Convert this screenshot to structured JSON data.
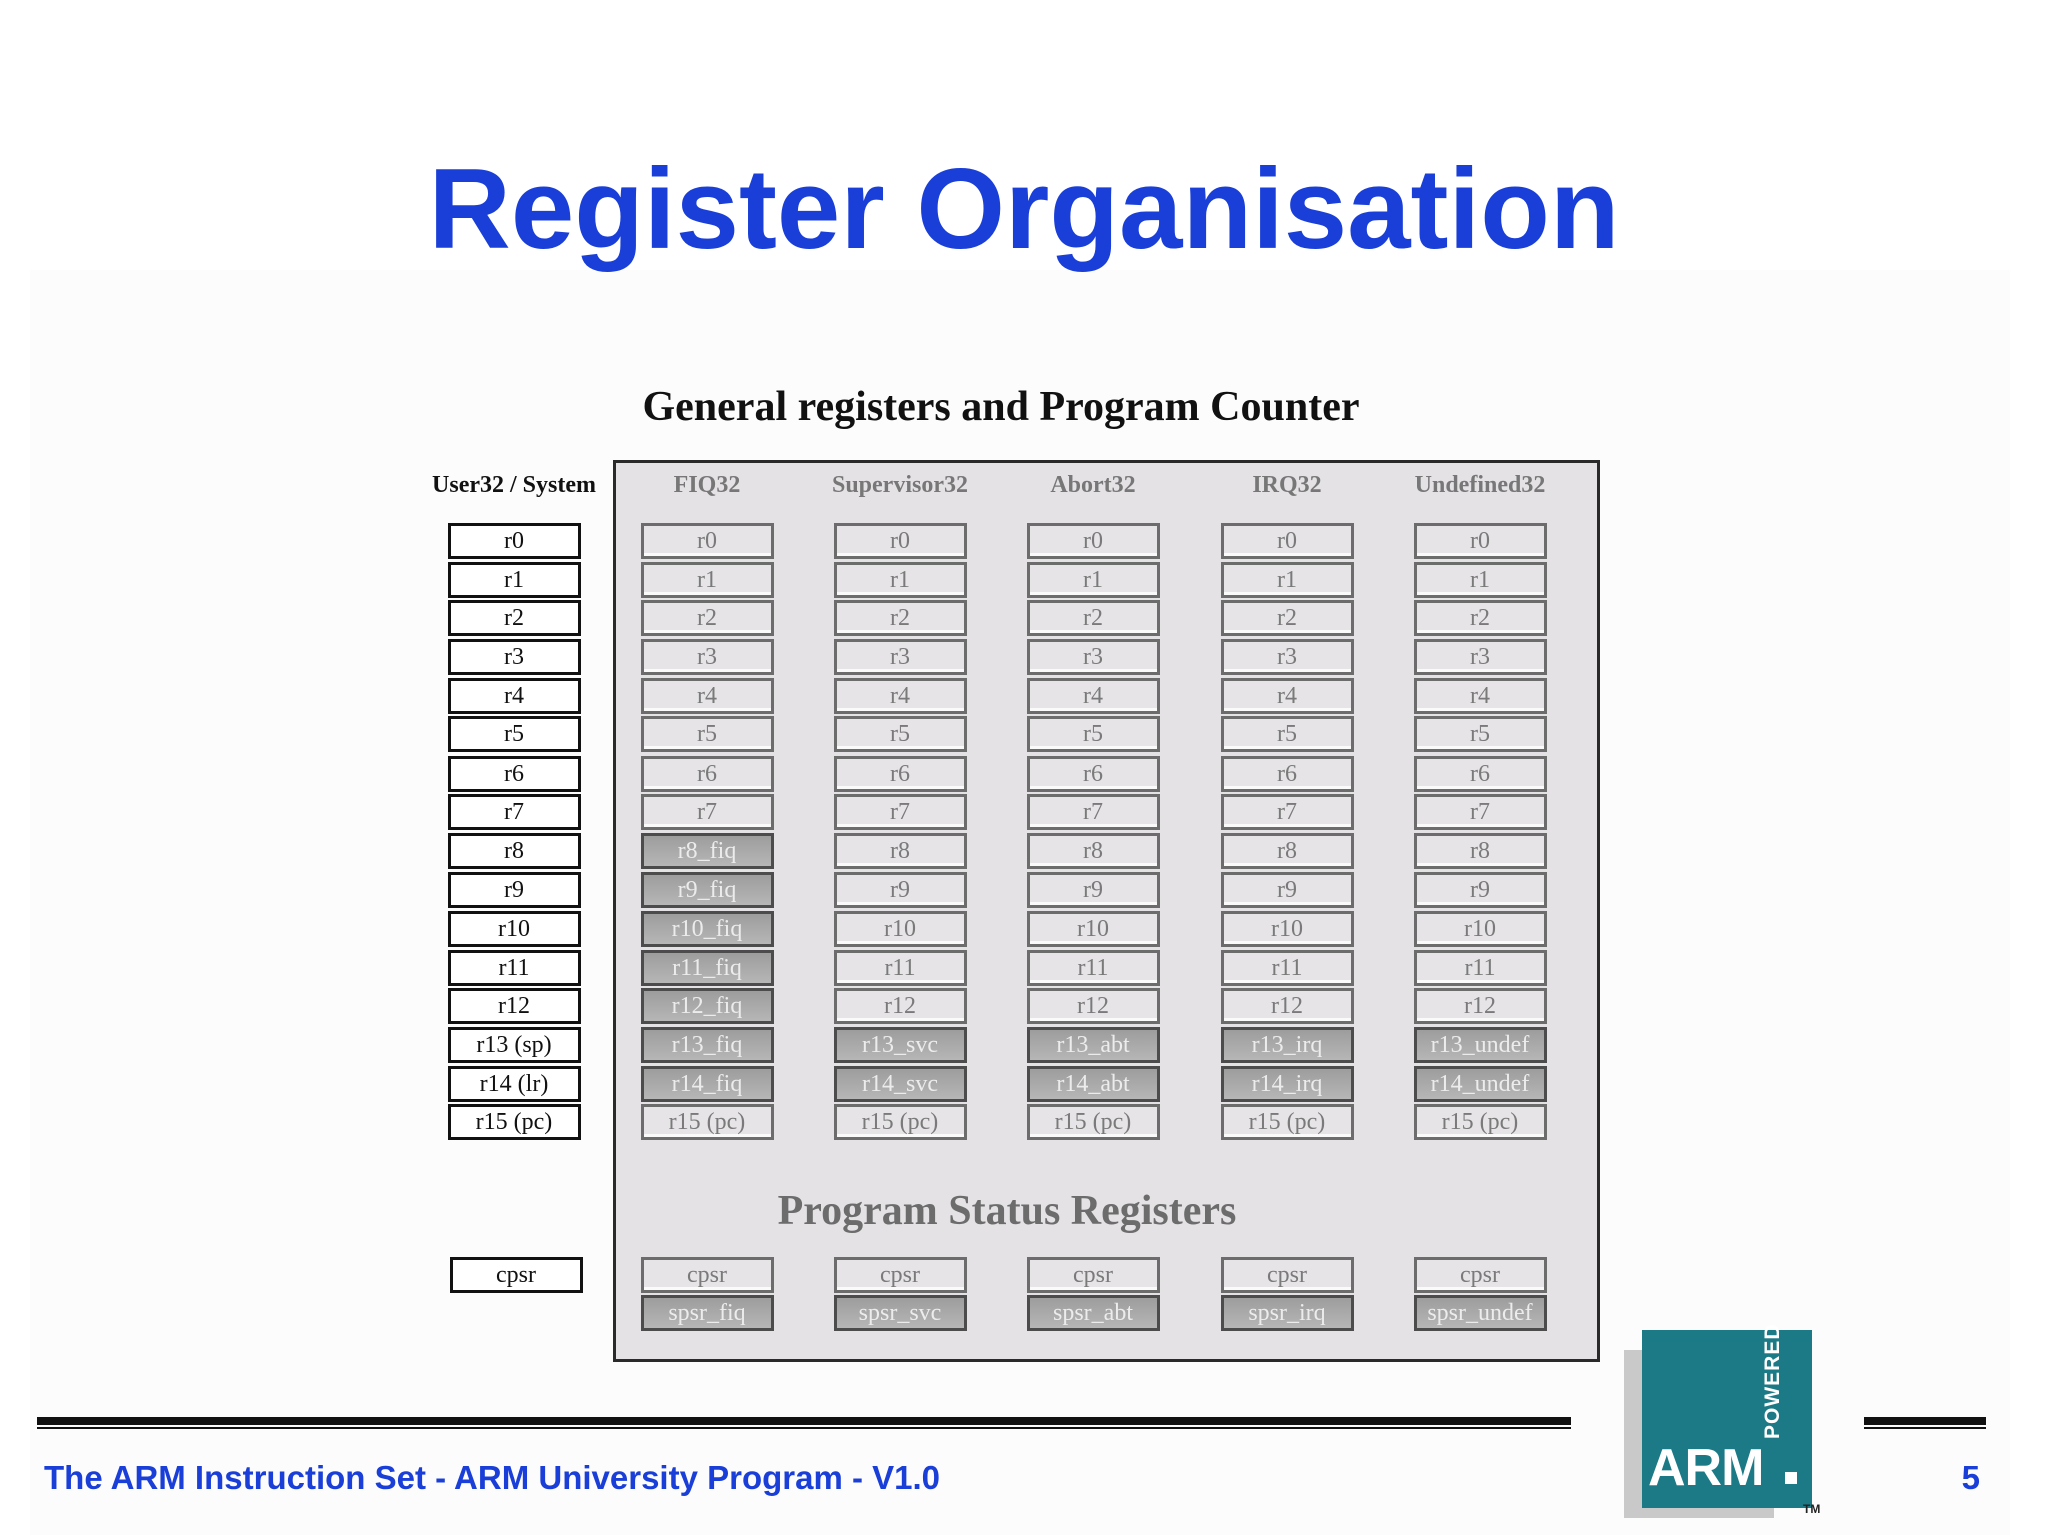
{
  "title": "Register Organisation",
  "subtitle": "General registers and Program Counter",
  "psr_title": "Program Status Registers",
  "footer": {
    "text": "The ARM Instruction Set - ARM University Program - V1.0",
    "page_number": "5"
  },
  "logo": {
    "brand": "ARM",
    "powered": "POWERED",
    "tm": "TM"
  },
  "modes": [
    {
      "name": "User32 / System",
      "registers": [
        "r0",
        "r1",
        "r2",
        "r3",
        "r4",
        "r5",
        "r6",
        "r7",
        "r8",
        "r9",
        "r10",
        "r11",
        "r12",
        "r13 (sp)",
        "r14 (lr)",
        "r15 (pc)"
      ],
      "banked_from": null,
      "status_registers": [
        "cpsr"
      ]
    },
    {
      "name": "FIQ32",
      "registers": [
        "r0",
        "r1",
        "r2",
        "r3",
        "r4",
        "r5",
        "r6",
        "r7",
        "r8_fiq",
        "r9_fiq",
        "r10_fiq",
        "r11_fiq",
        "r12_fiq",
        "r13_fiq",
        "r14_fiq",
        "r15 (pc)"
      ],
      "banked_from": 8,
      "status_registers": [
        "cpsr",
        "spsr_fiq"
      ]
    },
    {
      "name": "Supervisor32",
      "registers": [
        "r0",
        "r1",
        "r2",
        "r3",
        "r4",
        "r5",
        "r6",
        "r7",
        "r8",
        "r9",
        "r10",
        "r11",
        "r12",
        "r13_svc",
        "r14_svc",
        "r15 (pc)"
      ],
      "banked_from": 13,
      "status_registers": [
        "cpsr",
        "spsr_svc"
      ]
    },
    {
      "name": "Abort32",
      "registers": [
        "r0",
        "r1",
        "r2",
        "r3",
        "r4",
        "r5",
        "r6",
        "r7",
        "r8",
        "r9",
        "r10",
        "r11",
        "r12",
        "r13_abt",
        "r14_abt",
        "r15 (pc)"
      ],
      "banked_from": 13,
      "status_registers": [
        "cpsr",
        "spsr_abt"
      ]
    },
    {
      "name": "IRQ32",
      "registers": [
        "r0",
        "r1",
        "r2",
        "r3",
        "r4",
        "r5",
        "r6",
        "r7",
        "r8",
        "r9",
        "r10",
        "r11",
        "r12",
        "r13_irq",
        "r14_irq",
        "r15 (pc)"
      ],
      "banked_from": 13,
      "status_registers": [
        "cpsr",
        "spsr_irq"
      ]
    },
    {
      "name": "Undefined32",
      "registers": [
        "r0",
        "r1",
        "r2",
        "r3",
        "r4",
        "r5",
        "r6",
        "r7",
        "r8",
        "r9",
        "r10",
        "r11",
        "r12",
        "r13_undef",
        "r14_undef",
        "r15 (pc)"
      ],
      "banked_from": 13,
      "status_registers": [
        "cpsr",
        "spsr_undef"
      ]
    }
  ]
}
